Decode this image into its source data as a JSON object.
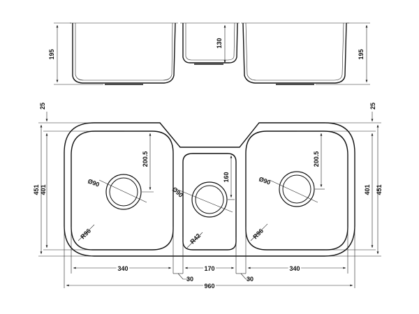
{
  "colors": {
    "line": "#111111",
    "background": "#ffffff"
  },
  "elevation": {
    "left_depth": "195",
    "middle_depth": "130",
    "right_depth": "195"
  },
  "plan": {
    "top_offset_left": "25",
    "top_offset_right": "25",
    "left_bowl": {
      "drain_diameter": "Ø90",
      "drain_offset": "200.5",
      "corner_radius": "R96"
    },
    "middle_bowl": {
      "drain_diameter": "Ø90",
      "drain_offset": "160",
      "corner_radius": "R42"
    },
    "right_bowl": {
      "drain_diameter": "Ø90",
      "drain_offset": "200.5",
      "corner_radius": "R96"
    },
    "overall_depth_left": "451",
    "bowl_depth_left": "401",
    "overall_depth_right": "451",
    "bowl_depth_right": "401",
    "left_bowl_width": "340",
    "middle_bowl_width": "170",
    "right_bowl_width": "340",
    "gap_left": "30",
    "gap_right": "30",
    "overall_width": "960"
  }
}
